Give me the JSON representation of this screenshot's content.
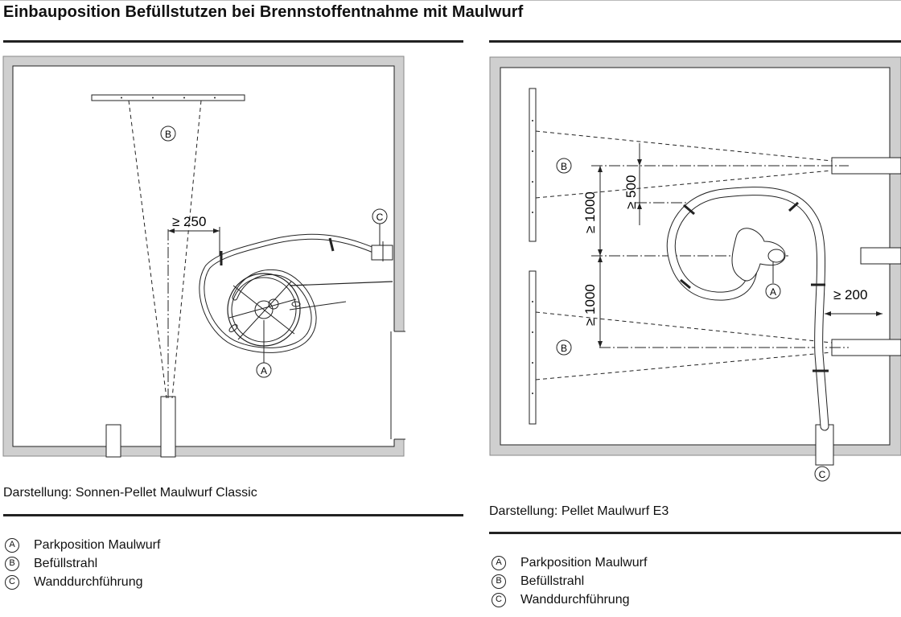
{
  "title": "Einbauposition Befüllstutzen bei Brennstoffentnahme mit Maulwurf",
  "left": {
    "caption": "Darstellung: Sonnen-Pellet Maulwurf Classic",
    "dim_250": "≥ 250",
    "marker_a": "A",
    "marker_b": "B",
    "marker_c": "C",
    "legend": [
      {
        "key": "A",
        "label": "Parkposition Maulwurf"
      },
      {
        "key": "B",
        "label": "Befüllstrahl"
      },
      {
        "key": "C",
        "label": "Wanddurchführung"
      }
    ]
  },
  "right": {
    "caption": "Darstellung: Pellet Maulwurf E3",
    "dim_500": "≥ 500",
    "dim_1000_top": "≥ 1000",
    "dim_1000_bottom": "≥ 1000",
    "dim_200": "≥ 200",
    "marker_a": "A",
    "marker_b_top": "B",
    "marker_b_bottom": "B",
    "marker_c": "C",
    "legend": [
      {
        "key": "A",
        "label": "Parkposition Maulwurf"
      },
      {
        "key": "B",
        "label": "Befüllstrahl"
      },
      {
        "key": "C",
        "label": "Wanddurchführung"
      }
    ]
  }
}
